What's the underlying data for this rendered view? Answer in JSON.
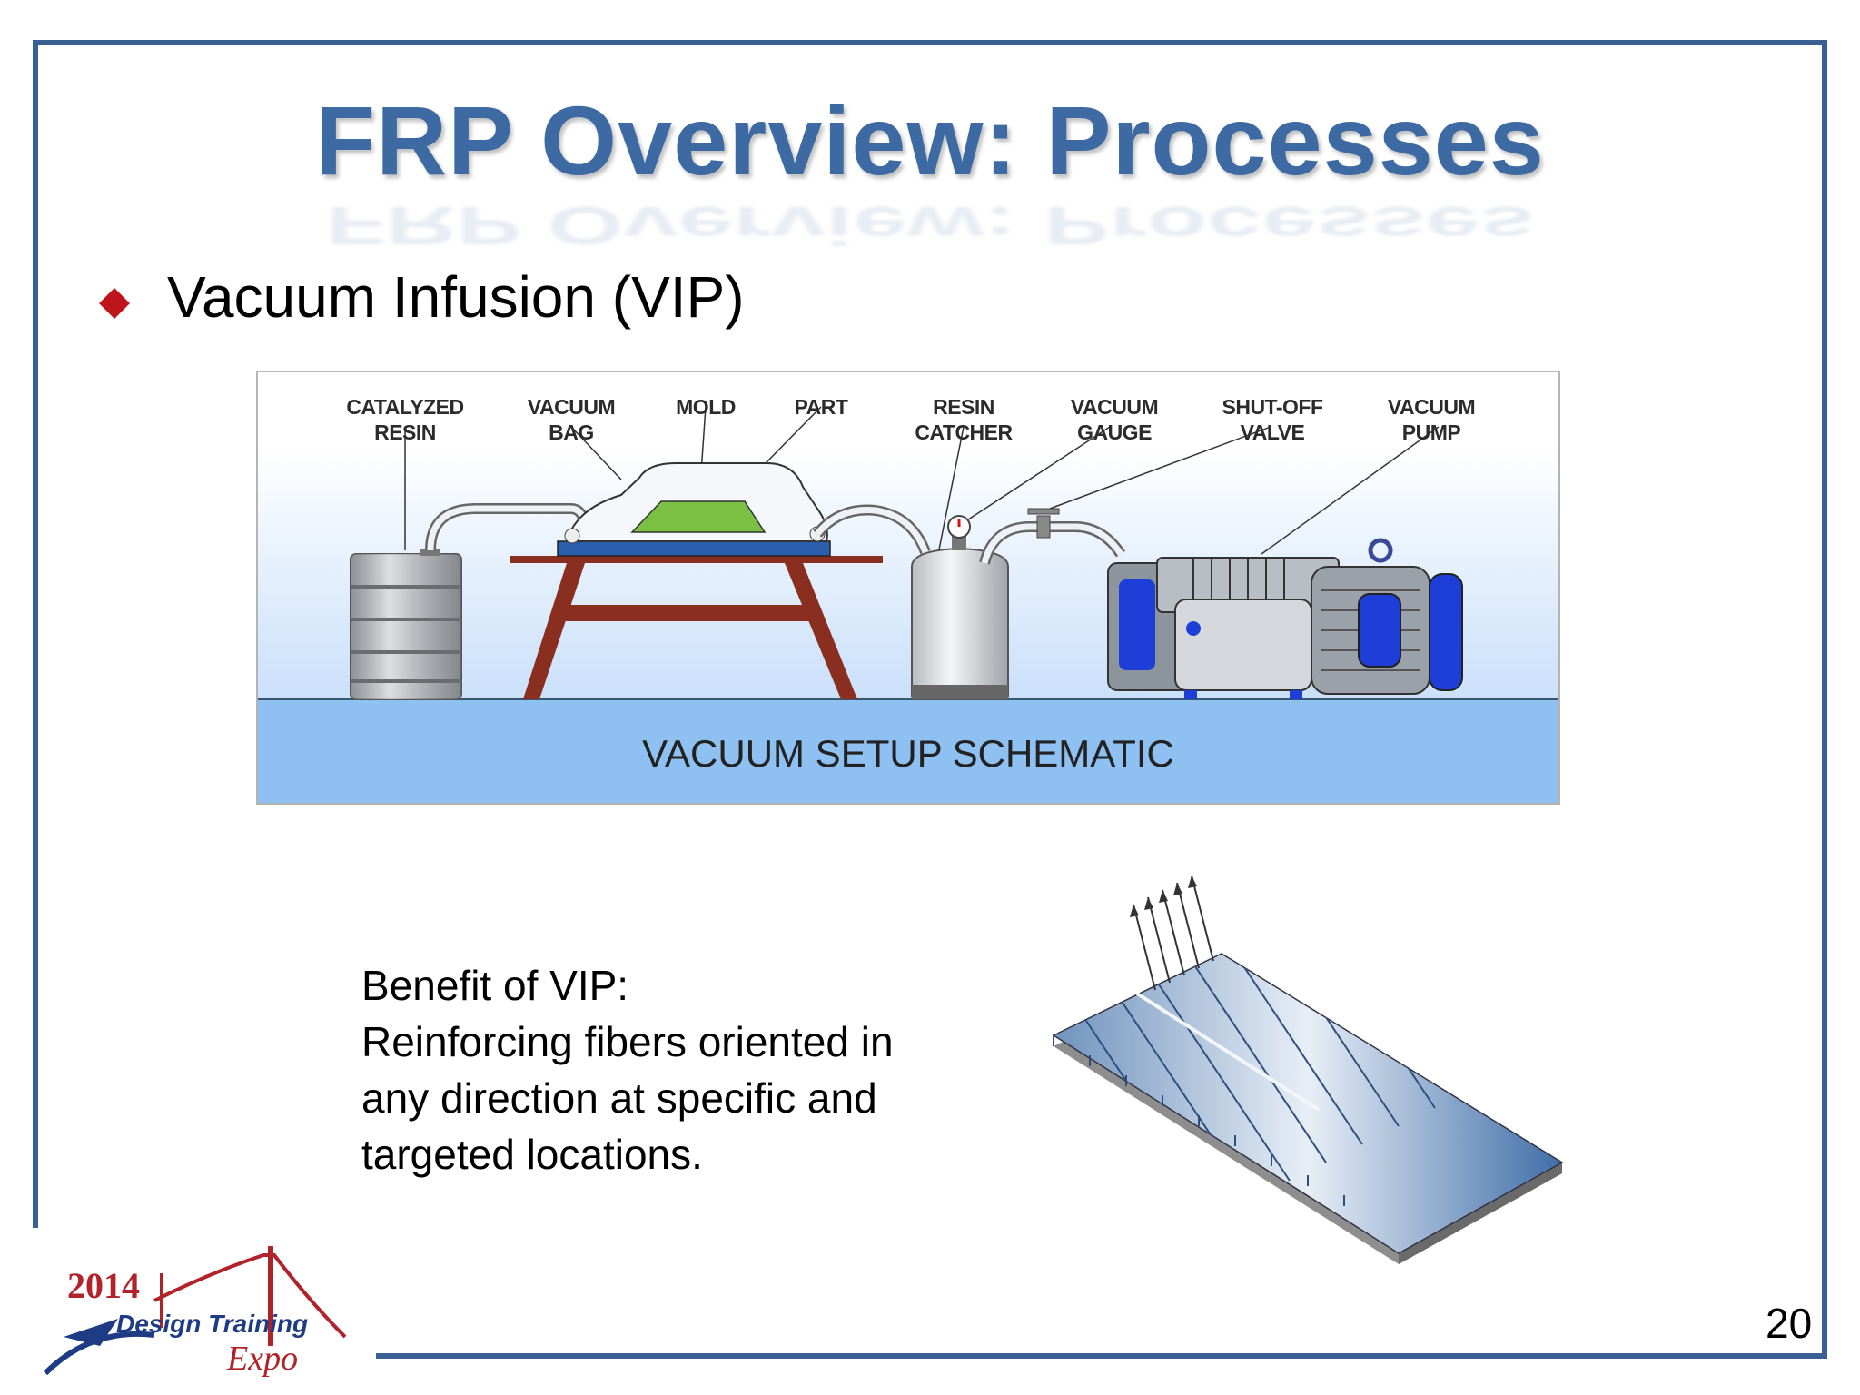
{
  "slide": {
    "title": "FRP Overview: Processes",
    "bullet": "Vacuum Infusion (VIP)",
    "page_number": "20"
  },
  "schematic": {
    "labels": [
      {
        "id": "catalyzed-resin",
        "text": "CATALYZED\nRESIN"
      },
      {
        "id": "vacuum-bag",
        "text": "VACUUM\nBAG"
      },
      {
        "id": "mold",
        "text": "MOLD"
      },
      {
        "id": "part",
        "text": "PART"
      },
      {
        "id": "resin-catcher",
        "text": "RESIN\nCATCHER"
      },
      {
        "id": "vacuum-gauge",
        "text": "VACUUM\nGAUGE"
      },
      {
        "id": "shut-off-valve",
        "text": "SHUT-OFF\nVALVE"
      },
      {
        "id": "vacuum-pump",
        "text": "VACUUM\nPUMP"
      }
    ],
    "caption": "VACUUM SETUP SCHEMATIC"
  },
  "benefit": {
    "lines": [
      "Benefit of VIP:",
      "Reinforcing fibers oriented in",
      "any direction at specific and",
      "targeted locations."
    ]
  },
  "logo": {
    "year": "2014",
    "name": "Design Training",
    "expo": "Expo"
  },
  "colors": {
    "title": "#3e6aa3",
    "frame": "#3a5f93",
    "bullet": "#c0141c",
    "logo_red": "#b1232a",
    "logo_blue": "#1e3c84"
  }
}
